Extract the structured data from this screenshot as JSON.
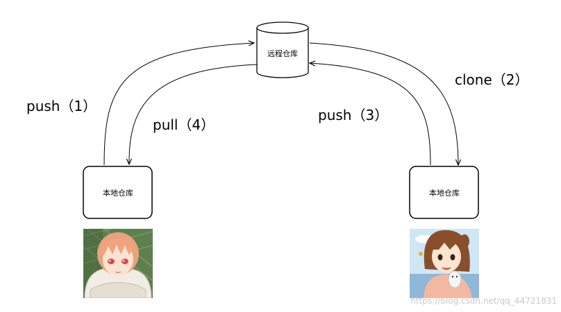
{
  "nodes": {
    "remote_repo": {
      "label": "远程仓库"
    },
    "local_repo_left": {
      "label": "本地仓库"
    },
    "local_repo_right": {
      "label": "本地仓库"
    }
  },
  "edges": {
    "push_1": "push（1）",
    "pull_4": "pull（4）",
    "push_3": "push（3）",
    "clone_2": "clone（2）"
  },
  "avatars": {
    "left": "anime-boy-avatar",
    "right": "anime-girl-avatar"
  },
  "watermark": "https://blog.csdn.net/qq_44721831",
  "colors": {
    "stroke": "#000000",
    "background": "#ffffff"
  }
}
